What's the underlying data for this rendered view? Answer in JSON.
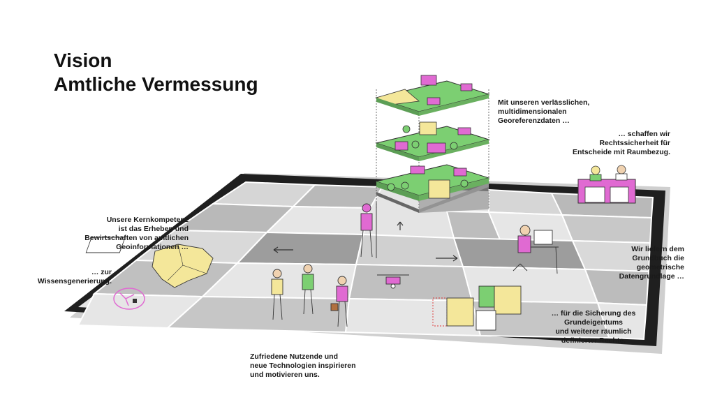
{
  "title": {
    "line1": "Vision",
    "line2": "Amtliche Vermessung"
  },
  "captions": {
    "georef_data": "Mit unseren verlässlichen,\nmultidimensionalen\nGeoreferenzdaten …",
    "legal_certainty": "… schaffen wir\nRechtssicherheit für\nEntscheide mit Raumbezug.",
    "core_competence": "Unsere Kernkompetenz\nist das Erheben und\nBewirtschaften von amtlichen\nGeoinformationen …",
    "knowledge": "… zur\nWissensgenerierung.",
    "land_register": "Wir liefern dem\nGrundbuch die\ngeometrische\nDatengrundlage …",
    "property": "… für die Sicherung des\nGrundeigentums\nund weiterer räumlich\ndefinierter Rechte.",
    "users": "Zufriedene Nutzende und\nneue Technologien inspirieren\nund motivieren uns."
  },
  "colors": {
    "green": "#7ccf72",
    "pink": "#e06ad2",
    "yellow": "#f4e79a",
    "tablet_frame": "#222222",
    "tile_light": "#e6e6e6",
    "tile_dark": "#b9b9b9"
  }
}
